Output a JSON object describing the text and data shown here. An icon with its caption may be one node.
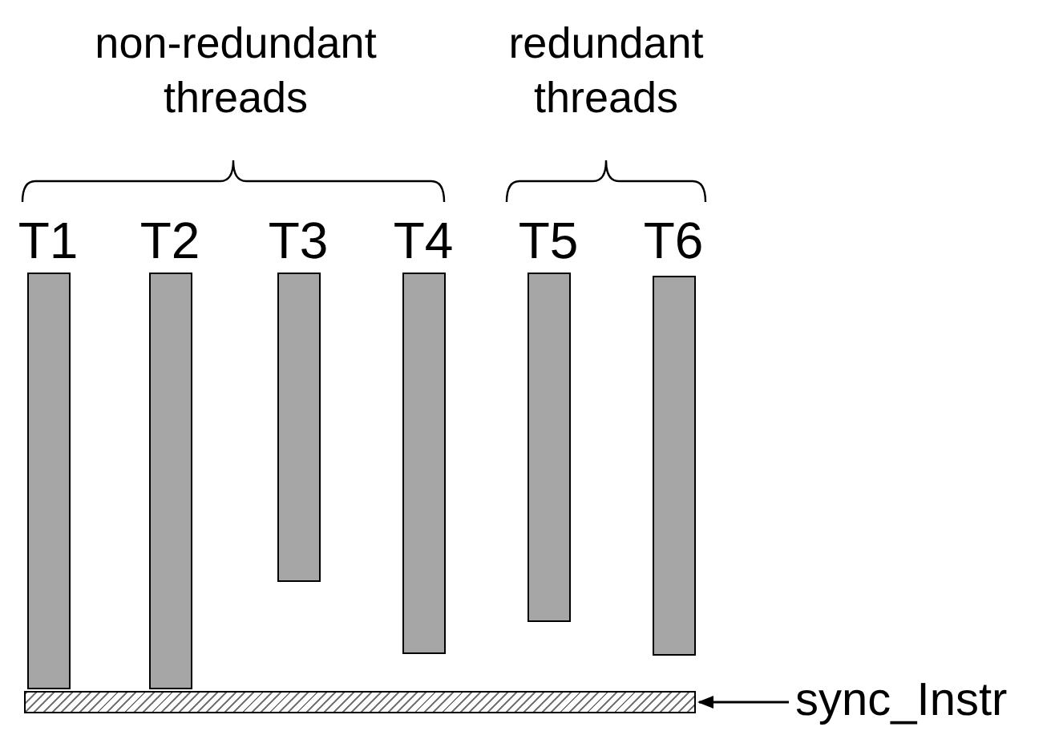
{
  "diagram": {
    "nodes": [
      {
        "text": [
          "T1"
        ]
      },
      {
        "text": [
          "T2"
        ]
      },
      {
        "text": [
          "T3"
        ]
      },
      {
        "text": [
          "T4"
        ]
      },
      {
        "text": [
          "T5"
        ]
      },
      {
        "text": [
          "T6"
        ]
      },
      {
        "text": [],
        "shape": "bar"
      },
      {
        "text": [
          "sync_Instr"
        ]
      }
    ],
    "edges": [
      {
        "from": 7,
        "to": 6,
        "arrow": "to"
      }
    ],
    "labels": [
      "non-redundant threads",
      "redundant threads"
    ]
  }
}
